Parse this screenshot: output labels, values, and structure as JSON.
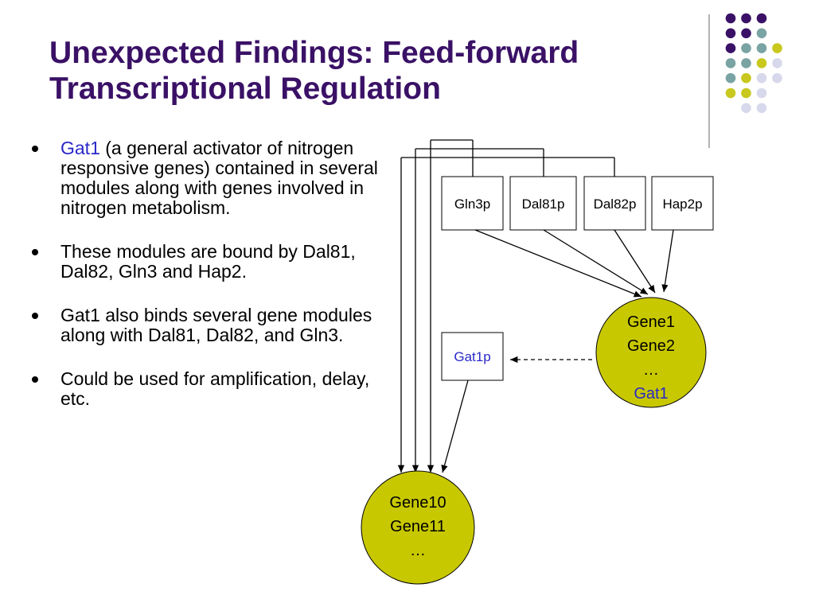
{
  "slide": {
    "title_line1": "Unexpected Findings: Feed-forward",
    "title_line2": "Transcriptional Regulation",
    "bullets": [
      {
        "highlight": "Gat1",
        "text": " (a general activator of nitrogen responsive genes) contained in several modules along with genes involved in nitrogen metabolism."
      },
      {
        "highlight": "",
        "text": "These modules are bound by Dal81, Dal82, Gln3 and Hap2."
      },
      {
        "highlight": "",
        "text": "Gat1 also binds several gene modules along with Dal81, Dal82, and Gln3."
      },
      {
        "highlight": "",
        "text": "Could be used for amplification, delay, etc."
      }
    ]
  },
  "diagram": {
    "regulators": [
      "Gln3p",
      "Dal81p",
      "Dal82p",
      "Hap2p"
    ],
    "gat1_protein": "Gat1p",
    "module1": [
      "Gene1",
      "Gene2",
      "…",
      "Gat1"
    ],
    "module2": [
      "Gene10",
      "Gene11",
      "…"
    ]
  },
  "colors": {
    "title": "#3a1166",
    "highlight": "#2828c8",
    "module_fill": "#c8c800",
    "dot_purple": "#3a1166",
    "dot_teal": "#7aa3a3",
    "dot_yellow": "#c8c81e",
    "dot_lavender": "#d8d8ec"
  }
}
